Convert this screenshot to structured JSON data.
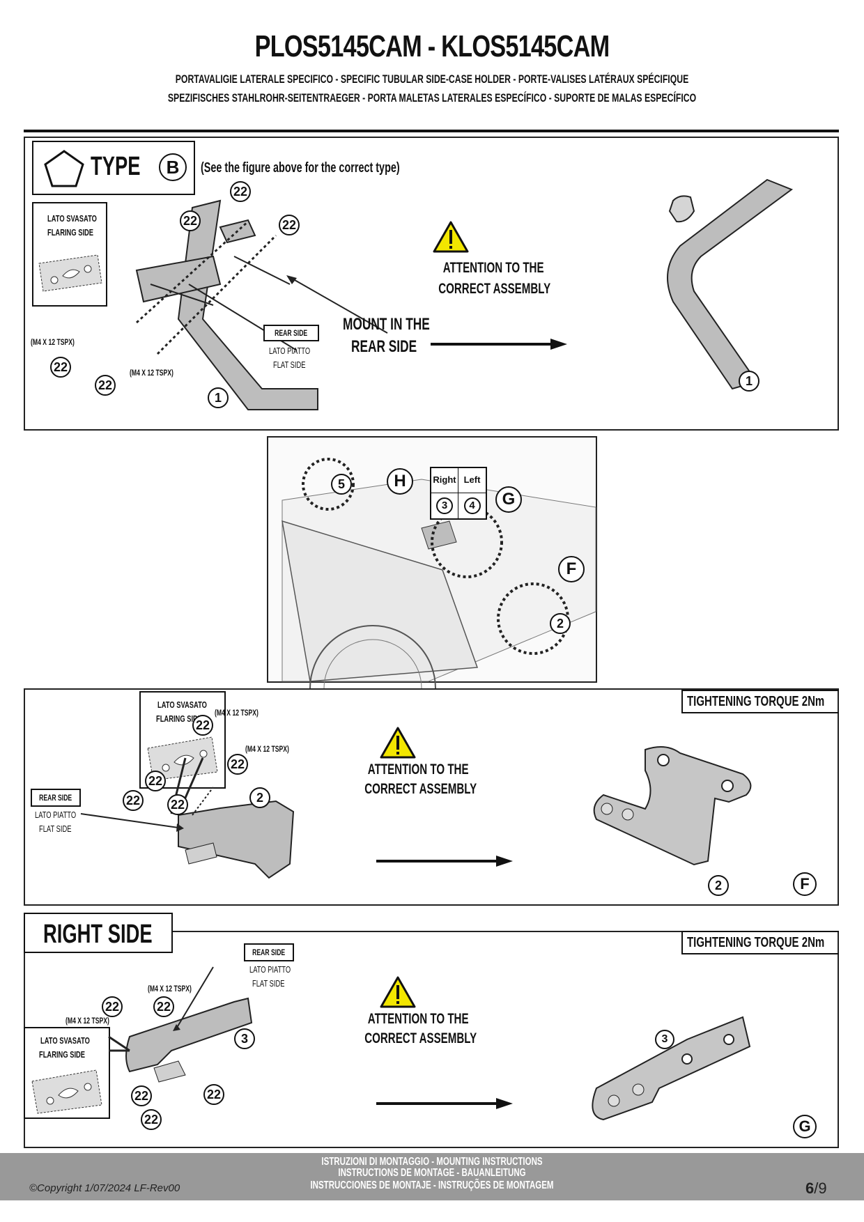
{
  "header": {
    "title": "PLOS5145CAM - KLOS5145CAM",
    "subtitle_line1": "PORTAVALIGIE LATERALE SPECIFICO  -  SPECIFIC TUBULAR SIDE-CASE HOLDER  - PORTE-VALISES LATÉRAUX SPÉCIFIQUE",
    "subtitle_line2": "SPEZIFISCHES STAHLROHR-SEITENTRAEGER - PORTA MALETAS LATERALES ESPECÍFICO - SUPORTE DE MALAS ESPECÍFICO"
  },
  "panel_type": {
    "type_label": "TYPE",
    "type_letter": "B",
    "type_note": "(See the figure above for the correct type)",
    "flaring_label_it": "LATO SVASATO",
    "flaring_label_en": "FLARING SIDE",
    "rear_side": "REAR  SIDE",
    "flat_label_it": "LATO PIATTO",
    "flat_label_en": "FLAT SIDE",
    "screw_spec": "(M4 X 12 TSPX)",
    "mount_line1": "MOUNT IN THE",
    "mount_line2": "REAR  SIDE",
    "attention_line1": "ATTENTION TO THE",
    "attention_line2": "CORRECT ASSEMBLY",
    "part_hardware": "22",
    "part_main": "1"
  },
  "panel_bike": {
    "callout_h": "H",
    "callout_g": "G",
    "callout_f": "F",
    "part_5": "5",
    "part_2": "2",
    "table_right": "Right",
    "table_left": "Left",
    "table_right_part": "3",
    "table_left_part": "4"
  },
  "panel_f": {
    "torque": "TIGHTENING TORQUE 2Nm",
    "flaring_label_it": "LATO SVASATO",
    "flaring_label_en": "FLARING SIDE",
    "rear_side": "REAR  SIDE",
    "flat_label_it": "LATO PIATTO",
    "flat_label_en": "FLAT SIDE",
    "screw_spec": "(M4 X 12 TSPX)",
    "attention_line1": "ATTENTION TO THE",
    "attention_line2": "CORRECT ASSEMBLY",
    "part_hardware": "22",
    "part_main": "2",
    "corner_letter": "F"
  },
  "panel_g": {
    "section_title": "RIGHT SIDE",
    "torque": "TIGHTENING TORQUE 2Nm",
    "flaring_label_it": "LATO SVASATO",
    "flaring_label_en": "FLARING SIDE",
    "rear_side": "REAR  SIDE",
    "flat_label_it": "LATO PIATTO",
    "flat_label_en": "FLAT SIDE",
    "screw_spec": "(M4 X 12 TSPX)",
    "attention_line1": "ATTENTION TO THE",
    "attention_line2": "CORRECT ASSEMBLY",
    "part_hardware": "22",
    "part_main": "3",
    "corner_letter": "G"
  },
  "footer": {
    "copyright": "©Copyright 1/07/2024 LF-Rev00",
    "line1": "ISTRUZIONI DI MONTAGGIO  -  MOUNTING INSTRUCTIONS",
    "line2": "INSTRUCTIONS DE MONTAGE - BAUANLEITUNG",
    "line3": "INSTRUCCIONES DE MONTAJE - INSTRUÇÕES DE MONTAGEM",
    "page_current": "6",
    "page_total": "/9"
  },
  "colors": {
    "warning_yellow": "#f2e600",
    "part_gray": "#bdbdbd",
    "footer_gray": "#999999"
  }
}
